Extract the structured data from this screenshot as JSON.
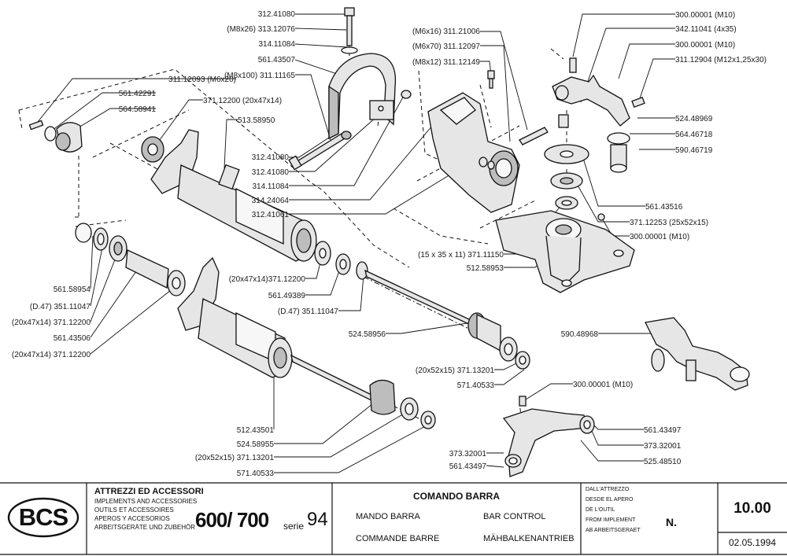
{
  "callouts": [
    {
      "id": "c1",
      "text": "312.41080"
    },
    {
      "id": "c2",
      "text": "(M8x26) 313.12076"
    },
    {
      "id": "c3",
      "text": "314.11084"
    },
    {
      "id": "c4",
      "text": "561.43507"
    },
    {
      "id": "c5",
      "text": "(M8x100) 311.11165"
    },
    {
      "id": "c6",
      "text": "311.12093 (M6x20)"
    },
    {
      "id": "c7",
      "text": "561.42291"
    },
    {
      "id": "c8",
      "text": "564.58941"
    },
    {
      "id": "c9",
      "text": "371.12200 (20x47x14)"
    },
    {
      "id": "c10",
      "text": "513.58950"
    },
    {
      "id": "c11",
      "text": "312.41080"
    },
    {
      "id": "c12",
      "text": "312.41080"
    },
    {
      "id": "c13",
      "text": "314.11084"
    },
    {
      "id": "c14",
      "text": "314.24064"
    },
    {
      "id": "c15",
      "text": "312.41061"
    },
    {
      "id": "c16",
      "text": "(M6x16) 311.21006"
    },
    {
      "id": "c17",
      "text": "(M6x70) 311.12097"
    },
    {
      "id": "c18",
      "text": "(M8x12) 311.12149"
    },
    {
      "id": "c19",
      "text": "300.00001 (M10)"
    },
    {
      "id": "c20",
      "text": "342.11041 (4x35)"
    },
    {
      "id": "c21",
      "text": "300.00001 (M10)"
    },
    {
      "id": "c22",
      "text": "311.12904 (M12x1,25x30)"
    },
    {
      "id": "c23",
      "text": "524.48969"
    },
    {
      "id": "c24",
      "text": "564.46718"
    },
    {
      "id": "c25",
      "text": "590.46719"
    },
    {
      "id": "c26",
      "text": "561.43516"
    },
    {
      "id": "c27",
      "text": "371.12253 (25x52x15)"
    },
    {
      "id": "c28",
      "text": "300.00001 (M10)"
    },
    {
      "id": "c29",
      "text": "(15 x 35 x 11) 371.11150"
    },
    {
      "id": "c30",
      "text": "512.58953"
    },
    {
      "id": "c31",
      "text": "561.58954"
    },
    {
      "id": "c32",
      "text": "(D.47) 351.11047"
    },
    {
      "id": "c33",
      "text": "(20x47x14) 371.12200"
    },
    {
      "id": "c34",
      "text": "561.43506"
    },
    {
      "id": "c35",
      "text": "(20x47x14) 371.12200"
    },
    {
      "id": "c36",
      "text": "(20x47x14)371.12200"
    },
    {
      "id": "c37",
      "text": "561.49389"
    },
    {
      "id": "c38",
      "text": "(D.47) 351.11047"
    },
    {
      "id": "c39",
      "text": "524.58956"
    },
    {
      "id": "c40",
      "text": "590.48968"
    },
    {
      "id": "c41",
      "text": "(20x52x15) 371.13201"
    },
    {
      "id": "c42",
      "text": "571.40533"
    },
    {
      "id": "c43",
      "text": "300.00001 (M10)"
    },
    {
      "id": "c44",
      "text": "512.43501"
    },
    {
      "id": "c45",
      "text": "524.58955"
    },
    {
      "id": "c46",
      "text": "(20x52x15) 371.13201"
    },
    {
      "id": "c47",
      "text": "571.40533"
    },
    {
      "id": "c48",
      "text": "561.43497"
    },
    {
      "id": "c49",
      "text": "373.32001"
    },
    {
      "id": "c50",
      "text": "525.48510"
    },
    {
      "id": "c51",
      "text": "373.32001"
    },
    {
      "id": "c52",
      "text": "561.43497"
    }
  ],
  "title_block": {
    "logo": "BCS",
    "category_title": "ATTREZZI ED ACCESSORI",
    "category_translations": [
      "IMPLEMENTS AND ACCESSORIES",
      "OUTILS ET ACCESSOIRES",
      "APEROS Y ACCESORIOS",
      "ARBEITSGERÄTE UND ZUBEHÖR"
    ],
    "model": "600/ 700",
    "series_label": "serie",
    "series_number": "94",
    "component_title": "COMANDO BARRA",
    "component_names": {
      "italian": "MANDO BARRA",
      "english": "BAR CONTROL",
      "french": "COMMANDE BARRE",
      "german": "MÄHBALKENANTRIEB"
    },
    "from_implement_lines": [
      "DALL'ATTREZZO",
      "DESDE EL APERO",
      "DE L'OUTIL",
      "FROM IMPLEMENT",
      "AB ARBEITSGERAET"
    ],
    "number_label": "N.",
    "page_number": "10.00",
    "date": "02.05.1994"
  }
}
